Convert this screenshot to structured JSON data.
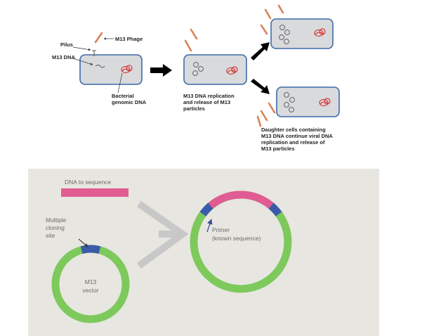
{
  "top_panel": {
    "labels": {
      "m13_phage": "M13 Phage",
      "pilus": "Pilus",
      "m13_dna": "M13 DNA",
      "bacterial_genomic_dna_line1": "Bacterial",
      "bacterial_genomic_dna_line2": "genomic DNA",
      "replication_line1": "M13 DNA replication",
      "replication_line2": "and release of M13",
      "replication_line3": "particles",
      "daughter_line1": "Daughter cells containing",
      "daughter_line2": "M13 DNA continue viral DNA",
      "daughter_line3": "replication and release of",
      "daughter_line4": "M13 particles"
    },
    "colors": {
      "cell_fill": "#d9dadc",
      "cell_stroke": "#3f6aa8",
      "phage": "#d9825a",
      "genomic_dna": "#d43a3a",
      "arrow": "#000000"
    }
  },
  "bottom_panel": {
    "labels": {
      "dna_to_sequence": "DNA to sequence",
      "multiple_cloning_site_line1": "Multiple",
      "multiple_cloning_site_line2": "cloning",
      "multiple_cloning_site_line3": "site",
      "m13_vector_line1": "M13",
      "m13_vector_line2": "vector",
      "primer_line1": "Primer",
      "primer_line2": "(known sequence)"
    },
    "colors": {
      "background": "#e8e6e1",
      "vector": "#7dc95c",
      "insert": "#e05c93",
      "cloning_site": "#3a5ca8",
      "arrow": "#c8c8c8"
    }
  }
}
